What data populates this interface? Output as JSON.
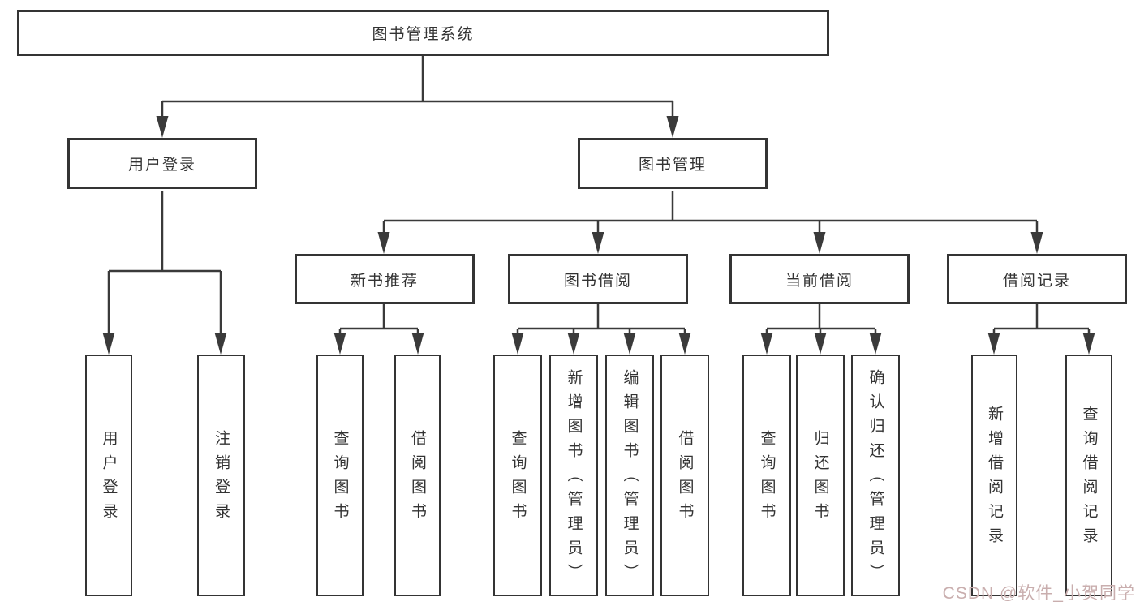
{
  "tree": {
    "label": "图书管理系统",
    "children": [
      {
        "label": "用户登录",
        "children": [
          {
            "label": "用户登录"
          },
          {
            "label": "注销登录"
          }
        ]
      },
      {
        "label": "图书管理",
        "children": [
          {
            "label": "新书推荐",
            "children": [
              {
                "label": "查询图书"
              },
              {
                "label": "借阅图书"
              }
            ]
          },
          {
            "label": "图书借阅",
            "children": [
              {
                "label": "查询图书"
              },
              {
                "label": "新增图书（管理员）"
              },
              {
                "label": "编辑图书（管理员）"
              },
              {
                "label": "借阅图书"
              }
            ]
          },
          {
            "label": "当前借阅",
            "children": [
              {
                "label": "查询图书"
              },
              {
                "label": "归还图书"
              },
              {
                "label": "确认归还（管理员）"
              }
            ]
          },
          {
            "label": "借阅记录",
            "children": [
              {
                "label": "新增借阅记录"
              },
              {
                "label": "查询借阅记录"
              }
            ]
          }
        ]
      }
    ]
  },
  "watermark": {
    "text": "CSDN @软件_小贺同学"
  },
  "colors": {
    "line": "#3a3a3a",
    "border": "#343434",
    "text": "#333333",
    "background": "#ffffff",
    "watermark": "#c9aeae"
  }
}
